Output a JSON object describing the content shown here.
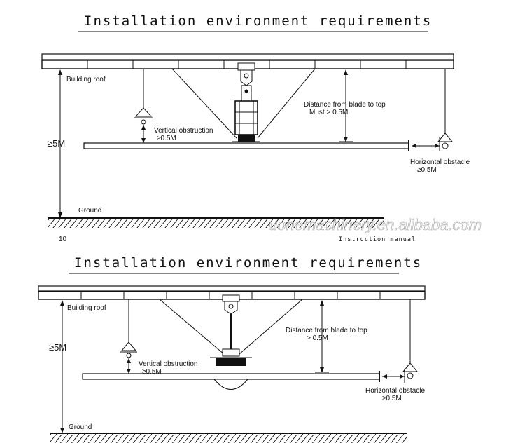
{
  "panels": [
    {
      "title": "Installation environment requirements",
      "building_roof": "Building roof",
      "height": "≥5M",
      "ground": "Ground",
      "vertical_obstruction": "Vertical obstruction",
      "vertical_obstruction_value": "≥0.5M",
      "distance_blade_top": "Distance from blade to top",
      "distance_blade_top_value": "Must > 0.5M",
      "horizontal_obstacle": "Horizontal obstacle",
      "horizontal_obstacle_value": "≥0.5M"
    },
    {
      "title": "Installation environment requirements",
      "building_roof": "Building roof",
      "height": "≥5M",
      "ground": "Ground",
      "vertical_obstruction": "Vertical obstruction",
      "vertical_obstruction_value": "≥0.5M",
      "distance_blade_top": "Distance from blade to top",
      "distance_blade_top_value": "> 0.5M",
      "horizontal_obstacle": "Horizontal obstacle",
      "horizontal_obstacle_value": "≥0.5M"
    }
  ],
  "footer": {
    "page_number": "10",
    "manual_label": "Instruction manual"
  },
  "watermark": "uonemachinery.en.alibaba.com"
}
